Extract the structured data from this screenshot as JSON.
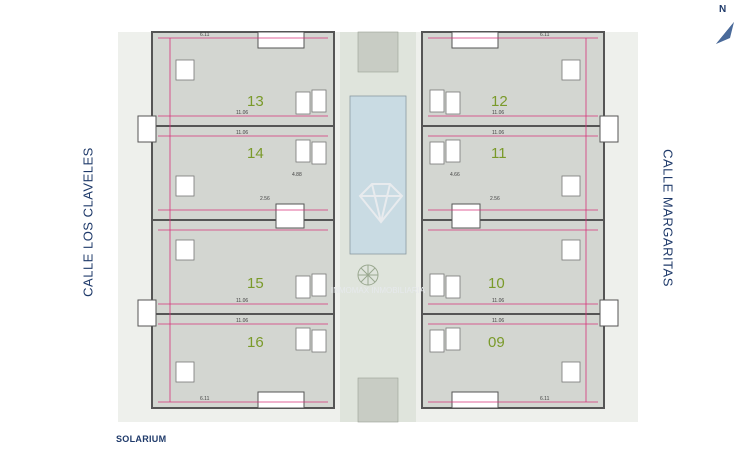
{
  "streets": {
    "left": "CALLE LOS CLAVELES",
    "right": "CALLE MARGARITAS"
  },
  "footer_label": "SOLARIUM",
  "north_label": "N",
  "units_left": [
    "13",
    "14",
    "15",
    "16"
  ],
  "units_right": [
    "12",
    "11",
    "10",
    "09"
  ],
  "dimension_labels": [
    "6.11",
    "4.88",
    "2.56",
    "11.06",
    "4.66"
  ],
  "watermark_text": "INMOMAX INMOBILIARIA",
  "colors": {
    "terrace": "#d3d6d1",
    "wall": "#555555",
    "dimension_line": "#d6337a",
    "pool": "#c9dbe3",
    "garden": "#dfe4dc",
    "text_blue": "#1f3a6a",
    "unit_number": "#7a9a2a"
  }
}
